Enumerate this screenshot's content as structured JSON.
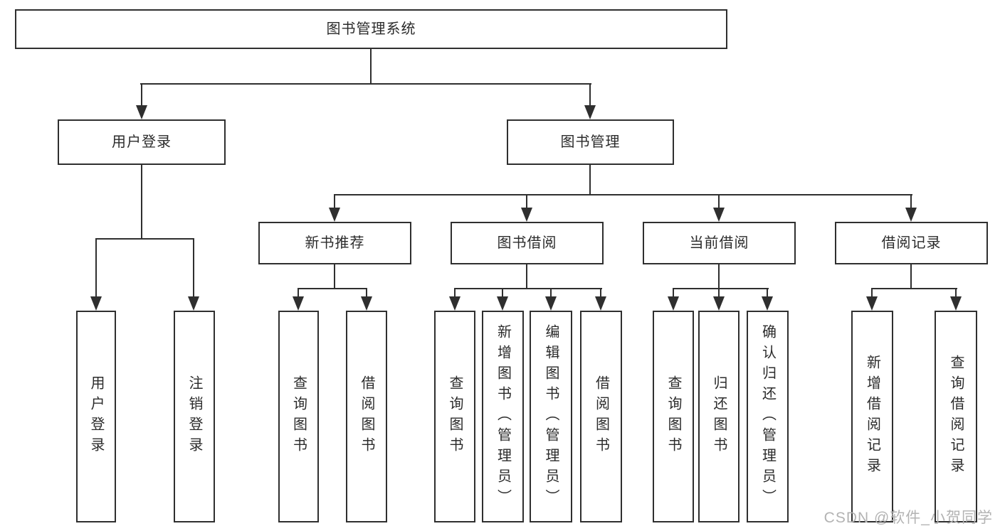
{
  "diagram": {
    "type": "tree-diagram",
    "background": "#ffffff",
    "line_color": "#2f2f2f",
    "text_color": "#2b2b2b",
    "watermark": {
      "text": "CSDN @软件_小贺同学",
      "color": "#b3b3b3"
    },
    "root": {
      "label": "图书管理系统",
      "children": [
        {
          "label": "用户登录",
          "children": [
            {
              "label": "用户登录"
            },
            {
              "label": "注销登录"
            }
          ]
        },
        {
          "label": "图书管理",
          "children": [
            {
              "label": "新书推荐",
              "children": [
                {
                  "label": "查询图书"
                },
                {
                  "label": "借阅图书"
                }
              ]
            },
            {
              "label": "图书借阅",
              "children": [
                {
                  "label": "查询图书"
                },
                {
                  "label": "新增图书（管理员）"
                },
                {
                  "label": "编辑图书（管理员）"
                },
                {
                  "label": "借阅图书"
                }
              ]
            },
            {
              "label": "当前借阅",
              "children": [
                {
                  "label": "查询图书"
                },
                {
                  "label": "归还图书"
                },
                {
                  "label": "确认归还（管理员）"
                }
              ]
            },
            {
              "label": "借阅记录",
              "children": [
                {
                  "label": "新增借阅记录"
                },
                {
                  "label": "查询借阅记录"
                }
              ]
            }
          ]
        }
      ]
    }
  }
}
